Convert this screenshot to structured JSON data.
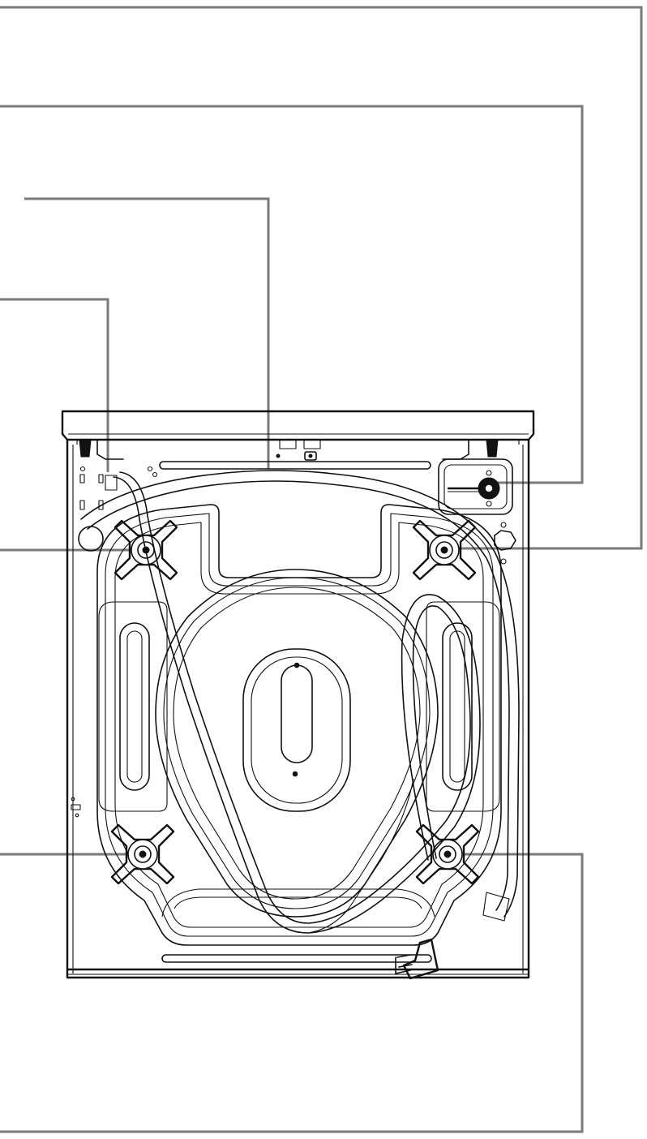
{
  "figure": {
    "subject": "washing-machine-rear-view",
    "leader_color": "#7a7a7a",
    "line_color": "#111111",
    "background": "#ffffff",
    "callouts": [
      {
        "id": "top-right-transit-bolt",
        "label": ""
      },
      {
        "id": "inlet-valve",
        "label": ""
      },
      {
        "id": "drain-hose",
        "label": ""
      },
      {
        "id": "power-cord",
        "label": ""
      },
      {
        "id": "top-left-transit-bolt",
        "label": ""
      },
      {
        "id": "bottom-left-transit-bolt",
        "label": ""
      },
      {
        "id": "bottom-right-transit-bolt",
        "label": ""
      }
    ]
  }
}
